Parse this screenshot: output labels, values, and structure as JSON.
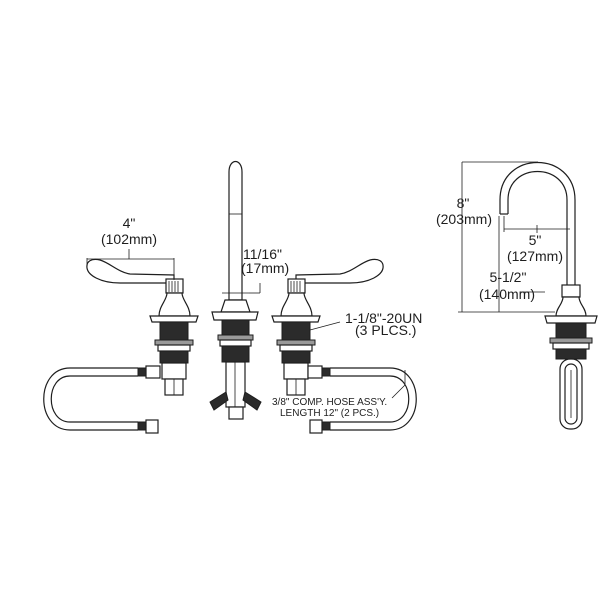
{
  "drawing": {
    "title": "Faucet dimension drawing",
    "front_view": {
      "handle_width": {
        "imperial": "4\"",
        "metric": "(102mm)"
      },
      "spout_diameter": {
        "imperial": "11/16\"",
        "metric": "(17mm)"
      },
      "thread_callout": {
        "line1": "1-1/8\"-20UN",
        "line2": "(3 PLCS.)"
      },
      "hose_callout": {
        "line1": "3/8\" COMP. HOSE ASS'Y.",
        "line2": "LENGTH 12\" (2 PCS.)"
      }
    },
    "side_view": {
      "overall_height": {
        "imperial": "8\"",
        "metric": "(203mm)"
      },
      "spout_reach": {
        "imperial": "5\"",
        "metric": "(127mm)"
      },
      "spout_clearance": {
        "imperial": "5-1/2\"",
        "metric": "(140mm)"
      }
    },
    "colors": {
      "line": "#1e1e1e",
      "background": "#ffffff",
      "dark_fill": "#2b2b2b"
    }
  }
}
